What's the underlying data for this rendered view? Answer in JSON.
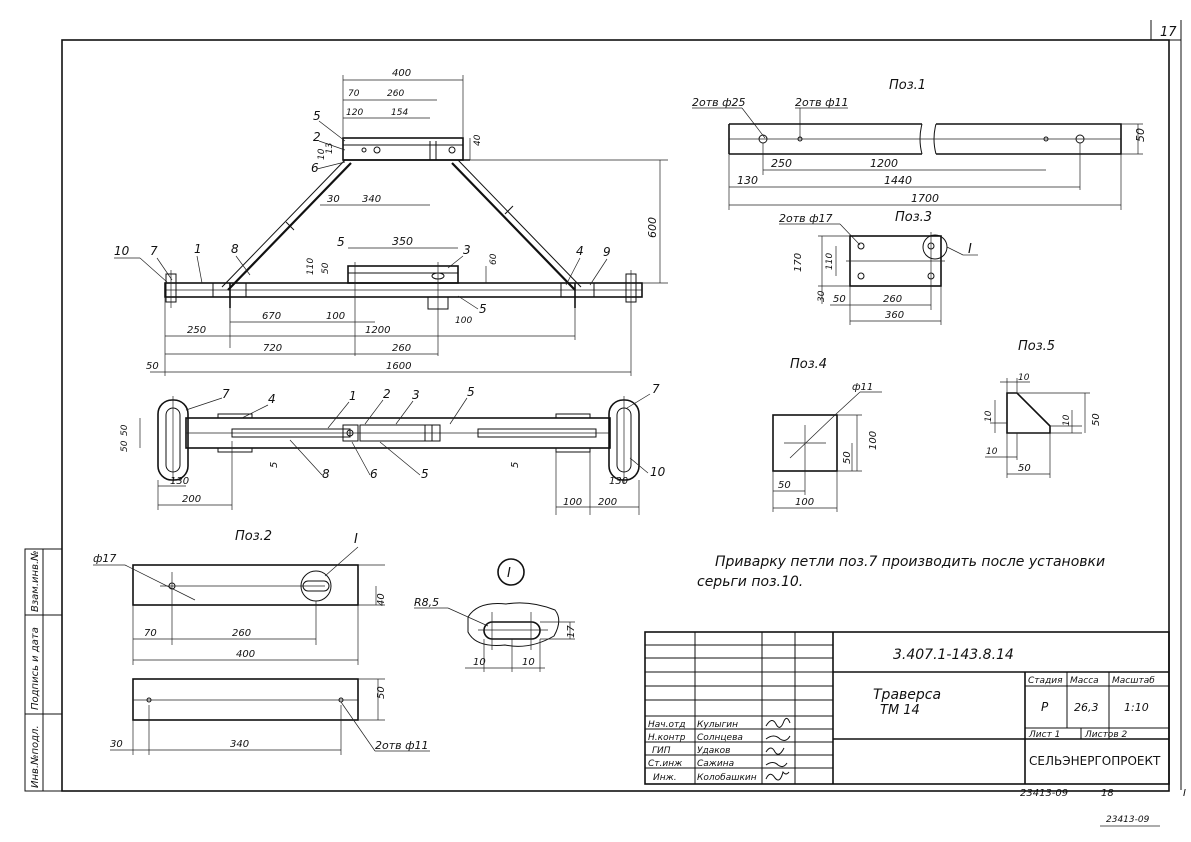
{
  "sheet": {
    "page_number": "17",
    "corner_mark": "I"
  },
  "views": {
    "main": {
      "dims": {
        "d400": "400",
        "d70": "70",
        "d260": "260",
        "d120": "120",
        "d154": "154",
        "d40": "40",
        "d13": "13",
        "d10": "10",
        "d30": "30",
        "d340": "340",
        "d350": "350",
        "d60": "60",
        "d110": "110",
        "d50": "50",
        "d600": "600",
        "d670": "670",
        "d100": "100",
        "d100b": "100",
        "d250": "250",
        "d1200": "1200",
        "d720": "720",
        "d260b": "260",
        "d1600": "1600",
        "d50b": "50"
      },
      "callouts": {
        "c5a": "5",
        "c2": "2",
        "c6": "6",
        "c5b": "5",
        "c3": "3",
        "c10": "10",
        "c7": "7",
        "c1": "1",
        "c8": "8",
        "c4": "4",
        "c9": "9",
        "c5c": "5"
      }
    },
    "plan": {
      "dims": {
        "d50": "50",
        "d50b": "50",
        "d130": "130",
        "d200": "200",
        "d100": "100",
        "d200b": "200",
        "d130b": "130"
      },
      "callouts": {
        "c7": "7",
        "c4": "4",
        "c1": "1",
        "c2": "2",
        "c3": "3",
        "c5": "5",
        "c7b": "7",
        "c5b": "5",
        "c8": "8",
        "c6": "6",
        "c5c": "5",
        "c5d": "5",
        "c10": "10"
      }
    },
    "pos1": {
      "title": "Поз.1",
      "hole_a": "2отв ф25",
      "hole_b": "2отв ф11",
      "dims": {
        "d50": "50",
        "d250": "250",
        "d1200": "1200",
        "d130": "130",
        "d1440": "1440",
        "d1700": "1700"
      }
    },
    "pos3": {
      "title": "Поз.3",
      "hole": "2отв ф17",
      "detail_ref": "I",
      "dims": {
        "d170": "170",
        "d110": "110",
        "d30": "30",
        "d50": "50",
        "d260": "260",
        "d360": "360"
      }
    },
    "pos4": {
      "title": "Поз.4",
      "dims": {
        "d11": "ф11",
        "d100": "100",
        "d50": "50",
        "d50b": "50",
        "d100b": "100"
      }
    },
    "pos5": {
      "title": "Поз.5",
      "dims": {
        "d10a": "10",
        "d10b": "10",
        "d10c": "10",
        "d50": "50",
        "d10d": "10",
        "d50b": "50"
      }
    },
    "pos2": {
      "title": "Поз.2",
      "hole_a": "ф17",
      "detail_ref": "I",
      "hole_b": "2отв ф11",
      "dims": {
        "d40": "40",
        "d70": "70",
        "d260": "260",
        "d400": "400",
        "d50": "50",
        "d30": "30",
        "d340": "340"
      }
    },
    "detail": {
      "mark": "I",
      "radius": "R8,5",
      "dims": {
        "d17": "17",
        "d10a": "10",
        "d10b": "10"
      }
    }
  },
  "note": {
    "line1": "Приварку петли поз.7 производить после установки",
    "line2": "серьги поз.10."
  },
  "title_block": {
    "doc_code": "3.407.1-143.8.14",
    "item_name": "Траверса",
    "item_code": "ТМ 14",
    "stage_label": "Стадия",
    "mass_label": "Масса",
    "scale_label": "Масштаб",
    "stage": "Р",
    "mass": "26,3",
    "scale": "1:10",
    "sheet_label": "Лист 1",
    "sheets_label": "Листов 2",
    "org": "СЕЛЬЭНЕРГОПРОЕКТ",
    "signatures": [
      {
        "role": "Нач.отд",
        "name": "Кулыгин"
      },
      {
        "role": "Н.контр",
        "name": "Солнцева"
      },
      {
        "role": "ГИП",
        "name": "Удаков"
      },
      {
        "role": "Ст.инж",
        "name": "Сажина"
      },
      {
        "role": "Инж.",
        "name": "Колобашкин"
      }
    ],
    "archive_no": "23413-09",
    "archive_sheet": "18"
  },
  "side_stamp": {
    "cell1": "Инв.№подл.",
    "cell2": "Подпись и дата",
    "cell3": "Взам.инв.№"
  },
  "footer": {
    "copy_mark": "23413-09"
  }
}
